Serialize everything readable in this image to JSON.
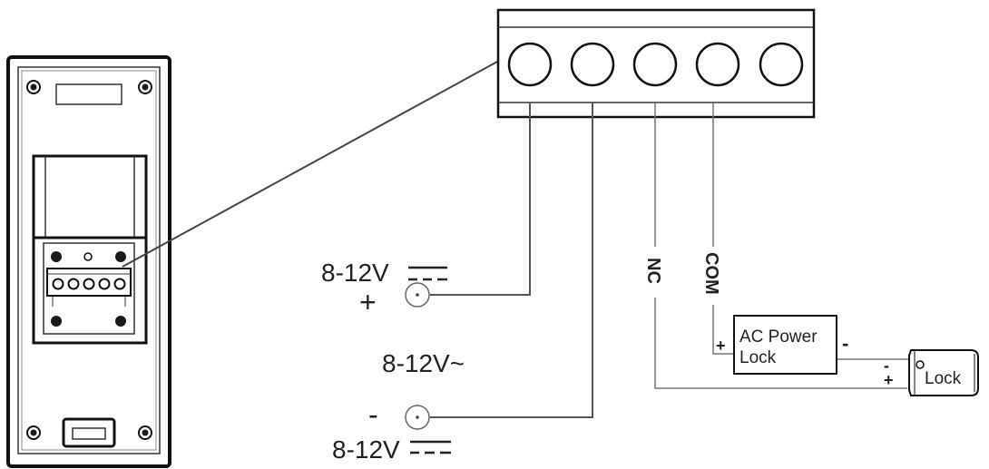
{
  "power": {
    "top_label": "8-12V",
    "plus_sign": "+",
    "ac_label": "8-12V~",
    "minus_sign": "-",
    "bottom_label": "8-12V"
  },
  "terminals": {
    "nc_label": "NC",
    "com_label": "COM"
  },
  "ac_lock": {
    "line1": "AC Power",
    "line2": "Lock",
    "plus_sign": "+",
    "minus_sign": "-"
  },
  "lock": {
    "label": "Lock",
    "plus_sign": "+",
    "minus_sign": "-"
  }
}
